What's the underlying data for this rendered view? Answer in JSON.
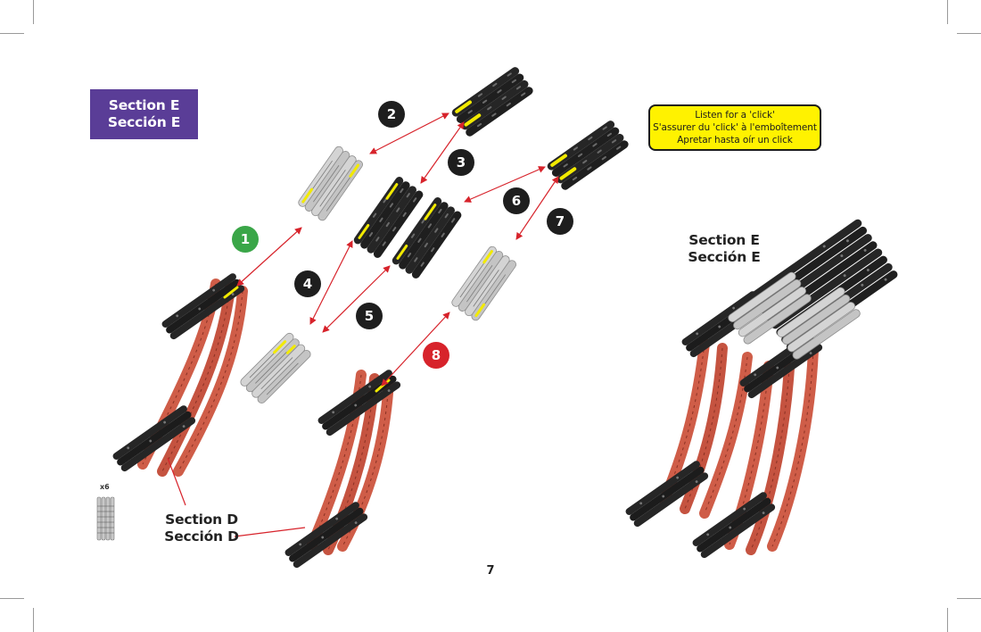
{
  "page": {
    "section_banner": {
      "line1": "Section E",
      "line2": "Sección E",
      "color": "#5a3d97"
    },
    "note": {
      "lines": [
        "Listen for a 'click'",
        "S'assurer du 'click' à l'emboîtement",
        "Apretar hasta oír un click"
      ],
      "background": "#fff200"
    },
    "steps": [
      {
        "number": "1",
        "style": "green"
      },
      {
        "number": "2",
        "style": "black"
      },
      {
        "number": "3",
        "style": "black"
      },
      {
        "number": "4",
        "style": "black"
      },
      {
        "number": "5",
        "style": "black"
      },
      {
        "number": "6",
        "style": "black"
      },
      {
        "number": "7",
        "style": "black"
      },
      {
        "number": "8",
        "style": "red"
      }
    ],
    "result_label": {
      "line1": "Section E",
      "line2": "Sección E"
    },
    "section_d_label": {
      "line1": "Section D",
      "line2": "Sección D"
    },
    "parts_needed": {
      "quantity": "x6",
      "part": "grey-connector-strip-icon"
    },
    "page_number": "7",
    "colors": {
      "arrow": "#d7232b",
      "rod": "#cf5d48",
      "black_part": "#262626",
      "grey_part": "#c9c9c9",
      "highlight": "#f2ea00"
    }
  }
}
